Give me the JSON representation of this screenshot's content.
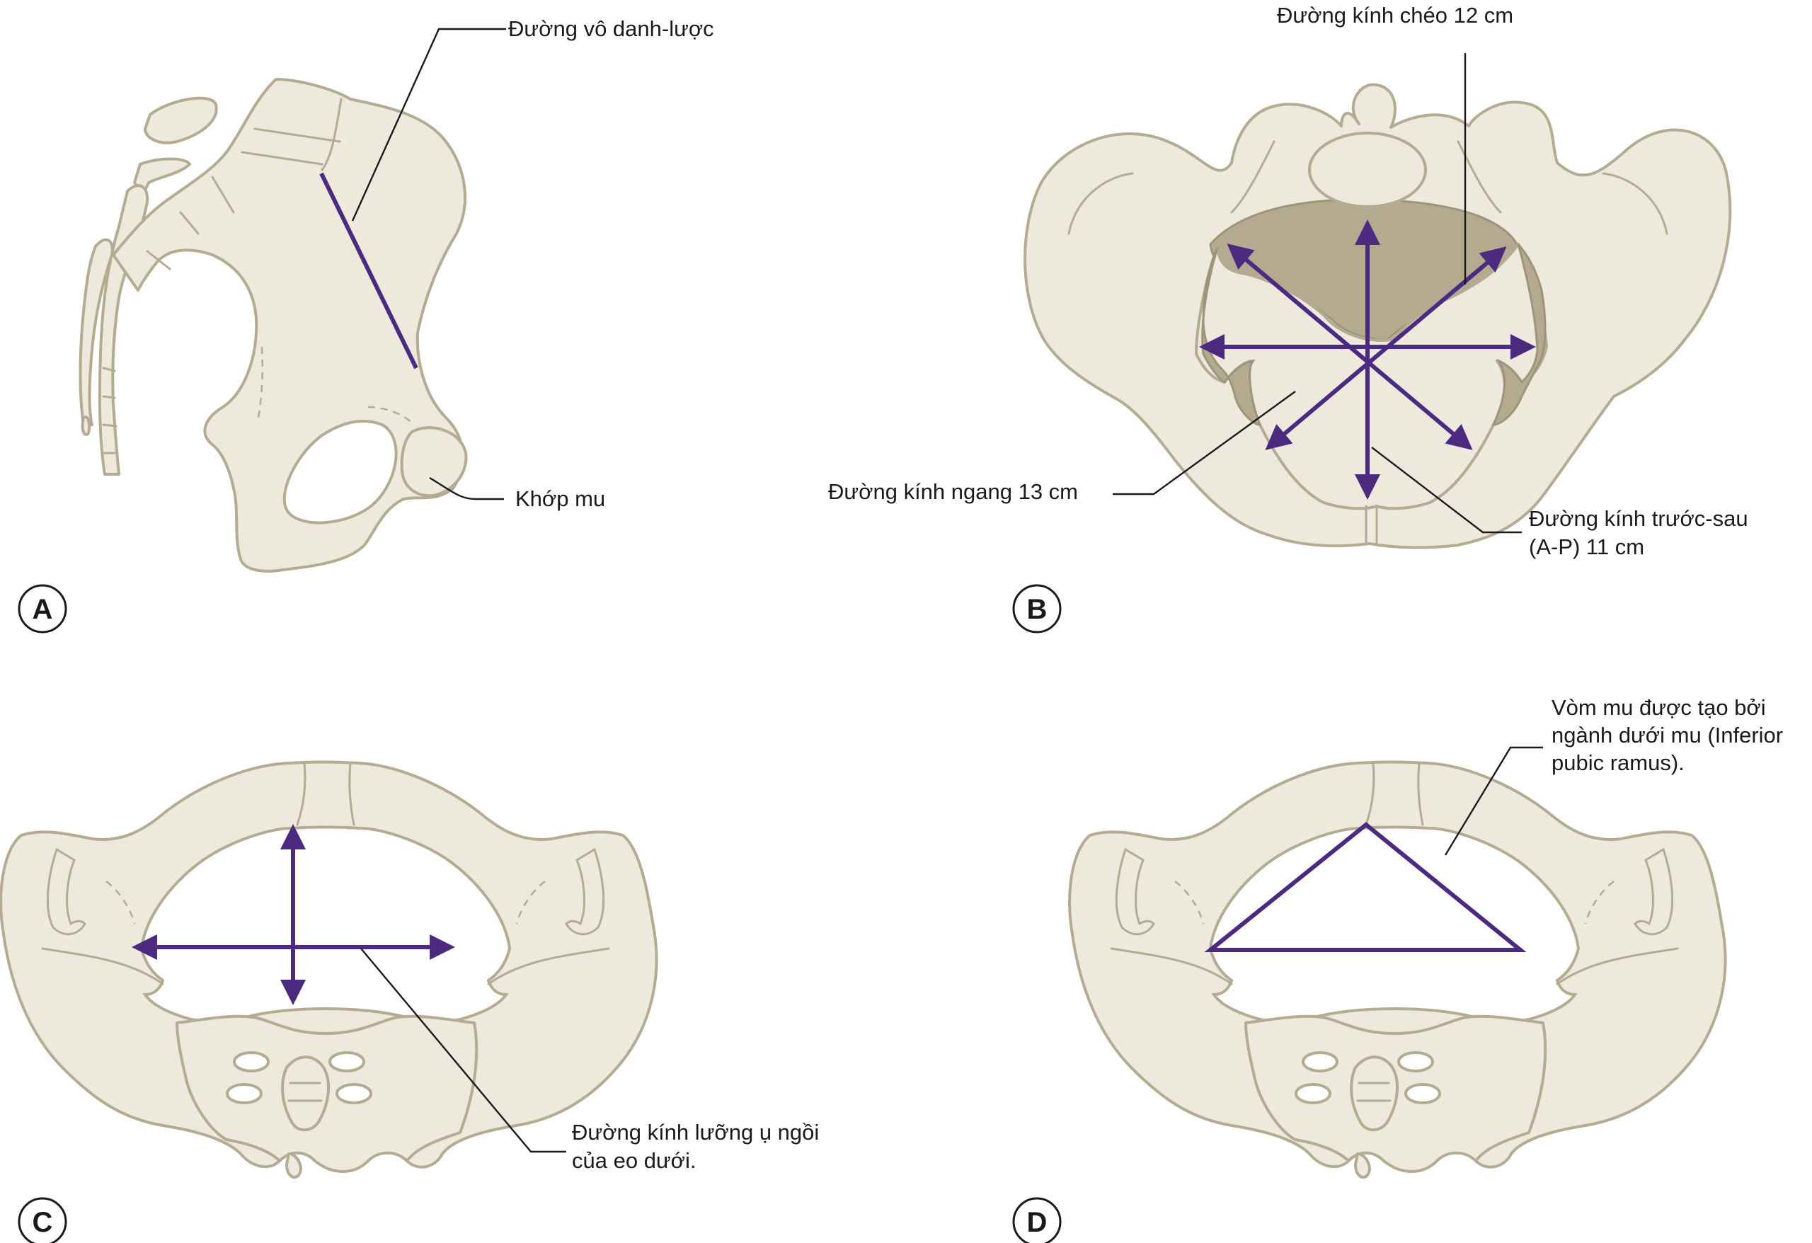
{
  "panels": {
    "a": {
      "letter": "A",
      "labels": {
        "iliopectineal_line": "Đường vô danh-lược",
        "pubic_joint": "Khớp mu"
      }
    },
    "b": {
      "letter": "B",
      "labels": {
        "oblique": "Đường kính chéo 12 cm",
        "transverse": "Đường kính ngang 13 cm",
        "ap_line1": "Đường kính trước-sau",
        "ap_line2": "(A-P) 11 cm"
      }
    },
    "c": {
      "letter": "C",
      "labels": {
        "outlet_line1": "Đường kính lưỡng ụ ngồi",
        "outlet_line2": "của eo dưới."
      }
    },
    "d": {
      "letter": "D",
      "labels": {
        "arch_line1": "Vòm mu được tạo bởi",
        "arch_line2": "ngành dưới mu (Inferior",
        "arch_line3": "pubic ramus)."
      }
    }
  },
  "colors": {
    "bone_fill": "#edeadd",
    "bone_outline": "#b4ab92",
    "sacrum_shade": "#b3aa90",
    "arrow": "#4b2a80",
    "text": "#1a1a1a"
  }
}
